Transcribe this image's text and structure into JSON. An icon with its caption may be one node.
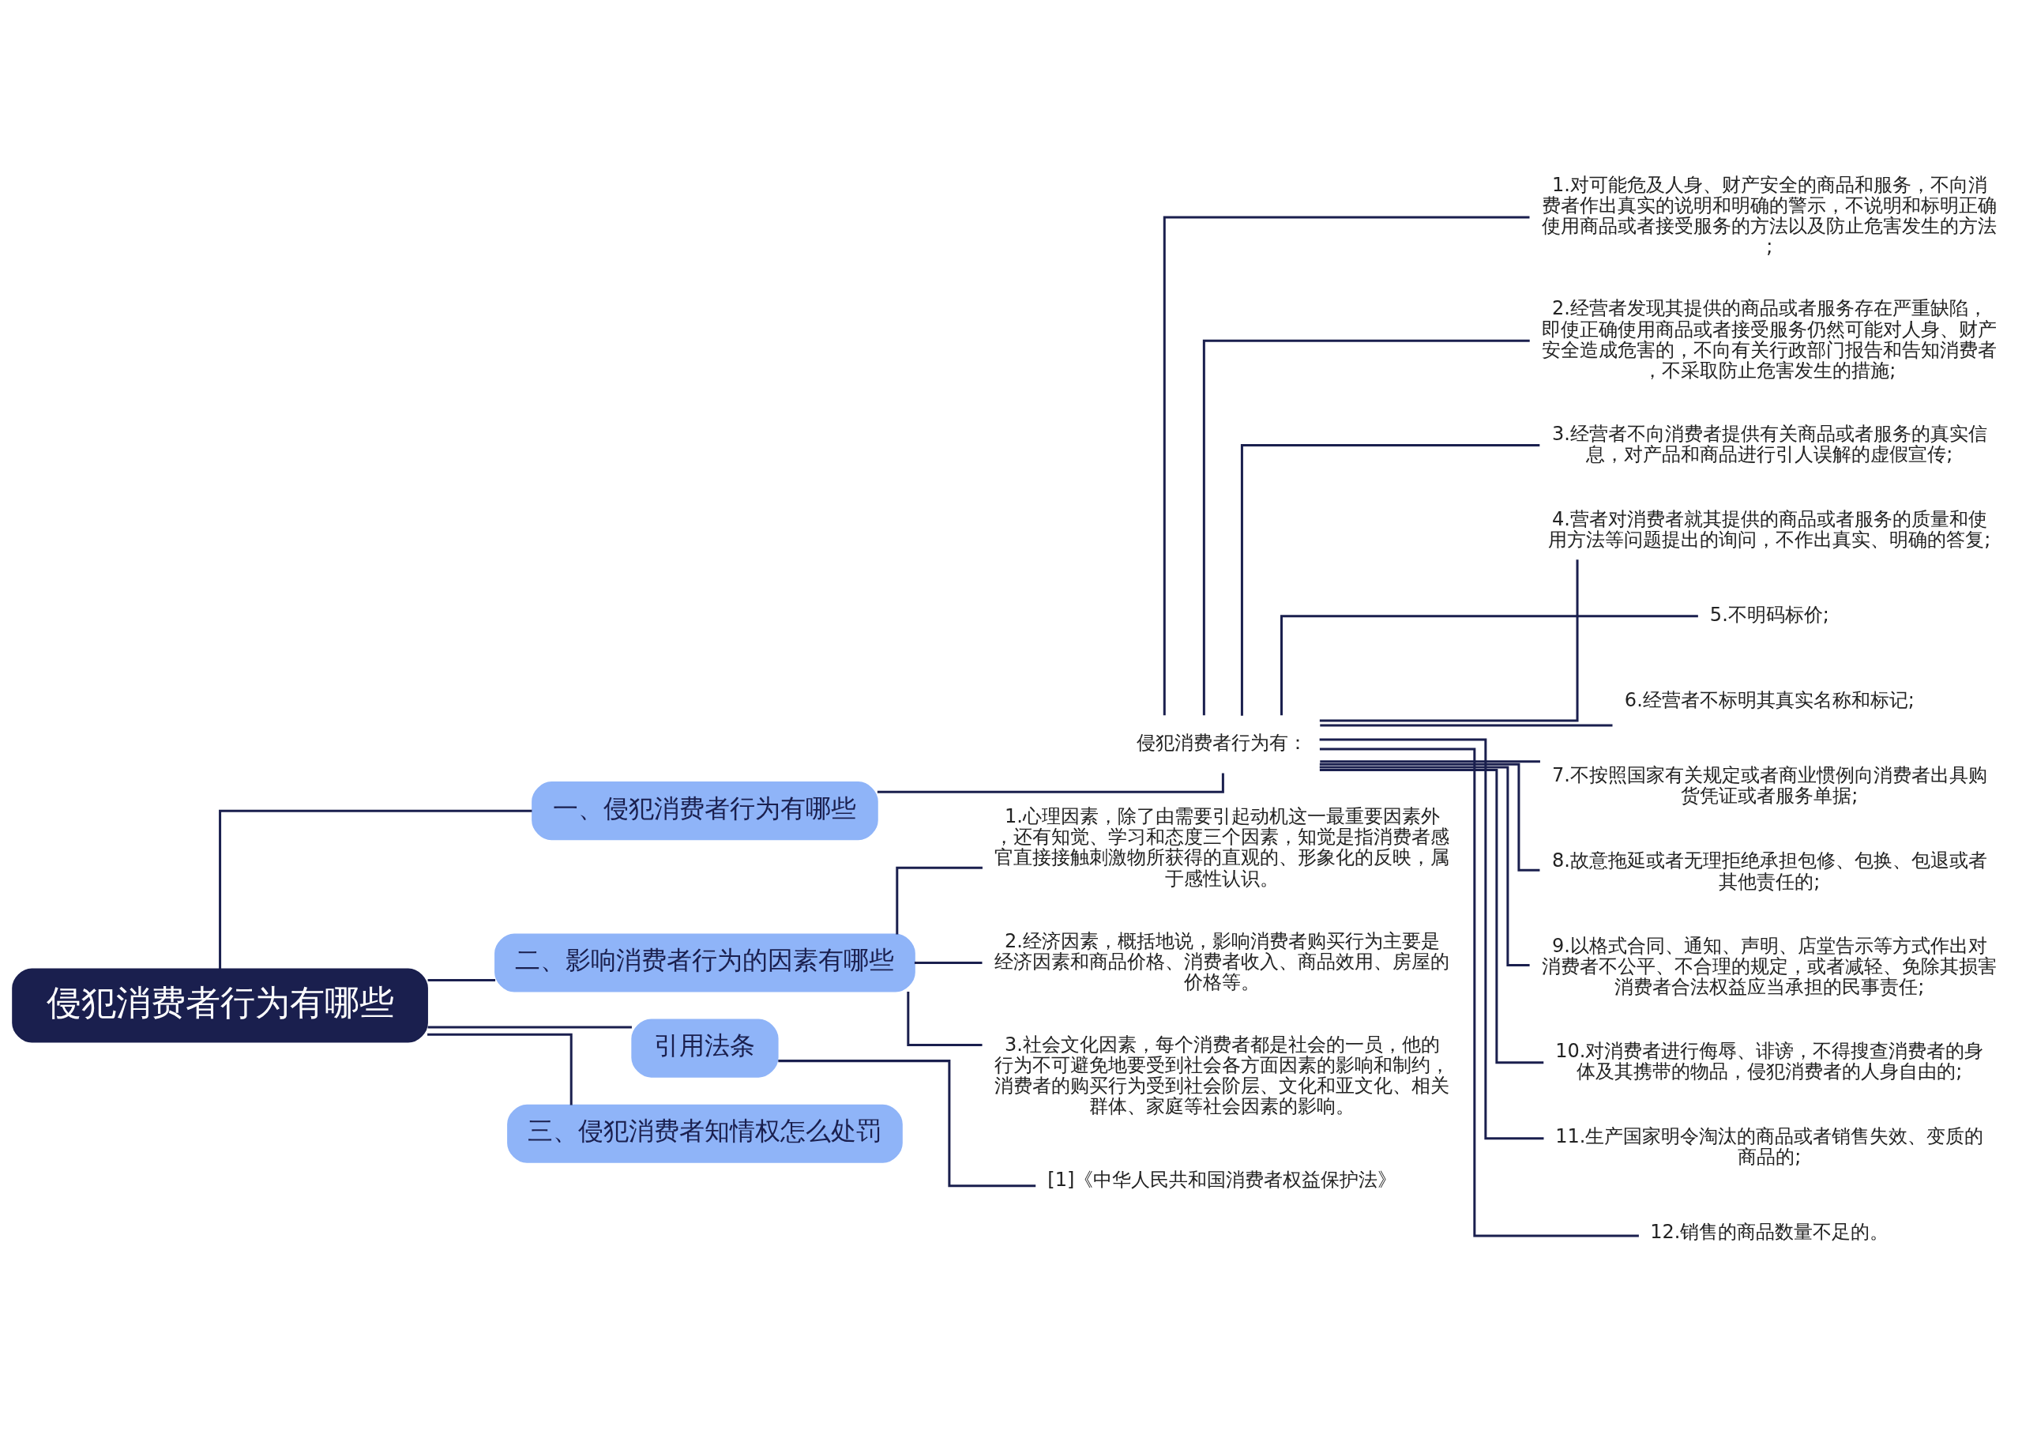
{
  "diagram": {
    "nodes": [
      {
        "text": [
          "侵犯消费者行为有哪些"
        ]
      },
      {
        "text": [
          "一、侵犯消费者行为有哪些"
        ]
      },
      {
        "text": [
          "侵犯消费者行为有："
        ]
      },
      {
        "text": [
          "1.对可能危及人身、财产安全的商品和服务，不向消费者作出真实的说明和明确的警示，不说明和标明正确使用商品或者接受服务的方法以及防止危害发生的方法;"
        ]
      },
      {
        "text": [
          "2.经营者发现其提供的商品或者服务存在严重缺陷，即使正确使用商品或者接受服务仍然可能对人身、财产安全造成危害的，不向有关行政部门报告和告知消费者，不采取防止危害发生的措施;"
        ]
      },
      {
        "text": [
          "3.经营者不向消费者提供有关商品或者服务的真实信息，对产品和商品进行引人误解的虚假宣传;"
        ]
      },
      {
        "text": [
          "4.营者对消费者就其提供的商品或者服务的质量和使用方法等问题提出的询问，不作出真实、明确的答复;"
        ]
      },
      {
        "text": [
          "5.不明码标价;"
        ]
      },
      {
        "text": [
          "6.经营者不标明其真实名称和标记;"
        ]
      },
      {
        "text": [
          "7.不按照国家有关规定或者商业惯例向消费者出具购货凭证或者服务单据;"
        ]
      },
      {
        "text": [
          "8.故意拖延或者无理拒绝承担包修、包换、包退或者其他责任的;"
        ]
      },
      {
        "text": [
          "9.以格式合同、通知、声明、店堂告示等方式作出对消费者不公平、不合理的规定，或者减轻、免除其损害消费者合法权益应当承担的民事责任;"
        ]
      },
      {
        "text": [
          "10.对消费者进行侮辱、诽谤，不得搜查消费者的身体及其携带的物品，侵犯消费者的人身自由的;"
        ]
      },
      {
        "text": [
          "11.生产国家明令淘汰的商品或者销售失效、变质的商品的;"
        ]
      },
      {
        "text": [
          "12.销售的商品数量不足的。"
        ]
      },
      {
        "text": [
          "二、影响消费者行为的因素有哪些"
        ]
      },
      {
        "text": [
          "1.心理因素，除了由需要引起动机这一最重要因素外，还有知觉、学习和态度三个因素，知觉是指消费者感官直接接触刺激物所获得的直观的、形象化的反映，属于感性认识。"
        ]
      },
      {
        "text": [
          "2.经济因素，概括地说，影响消费者购买行为主要是经济因素和商品价格、消费者收入、商品效用、房屋的价格等。"
        ]
      },
      {
        "text": [
          "3.社会文化因素，每个消费者都是社会的一员，他的行为不可避免地要受到社会各方面因素的影响和制约，消费者的购买行为受到社会阶层、文化和亚文化、相关群体、家庭等社会因素的影响。"
        ]
      },
      {
        "text": [
          "引用法条"
        ]
      },
      {
        "text": [
          "[1]《中华人民共和国消费者权益保护法》"
        ]
      },
      {
        "text": [
          "三、侵犯消费者知情权怎么处罚"
        ]
      }
    ],
    "edges": [
      {
        "from": 0,
        "to": 1,
        "arrow": "none"
      },
      {
        "from": 1,
        "to": 2,
        "arrow": "none"
      },
      {
        "from": 2,
        "to": 3,
        "arrow": "none"
      },
      {
        "from": 2,
        "to": 4,
        "arrow": "none"
      },
      {
        "from": 2,
        "to": 5,
        "arrow": "none"
      },
      {
        "from": 2,
        "to": 6,
        "arrow": "none"
      },
      {
        "from": 2,
        "to": 7,
        "arrow": "none"
      },
      {
        "from": 2,
        "to": 8,
        "arrow": "none"
      },
      {
        "from": 2,
        "to": 9,
        "arrow": "none"
      },
      {
        "from": 2,
        "to": 10,
        "arrow": "none"
      },
      {
        "from": 2,
        "to": 11,
        "arrow": "none"
      },
      {
        "from": 2,
        "to": 12,
        "arrow": "none"
      },
      {
        "from": 2,
        "to": 13,
        "arrow": "none"
      },
      {
        "from": 2,
        "to": 14,
        "arrow": "none"
      },
      {
        "from": 0,
        "to": 15,
        "arrow": "none"
      },
      {
        "from": 15,
        "to": 16,
        "arrow": "none"
      },
      {
        "from": 15,
        "to": 17,
        "arrow": "none"
      },
      {
        "from": 15,
        "to": 18,
        "arrow": "none"
      },
      {
        "from": 0,
        "to": 19,
        "arrow": "none"
      },
      {
        "from": 19,
        "to": 20,
        "arrow": "none"
      },
      {
        "from": 0,
        "to": 21,
        "arrow": "none"
      }
    ]
  }
}
